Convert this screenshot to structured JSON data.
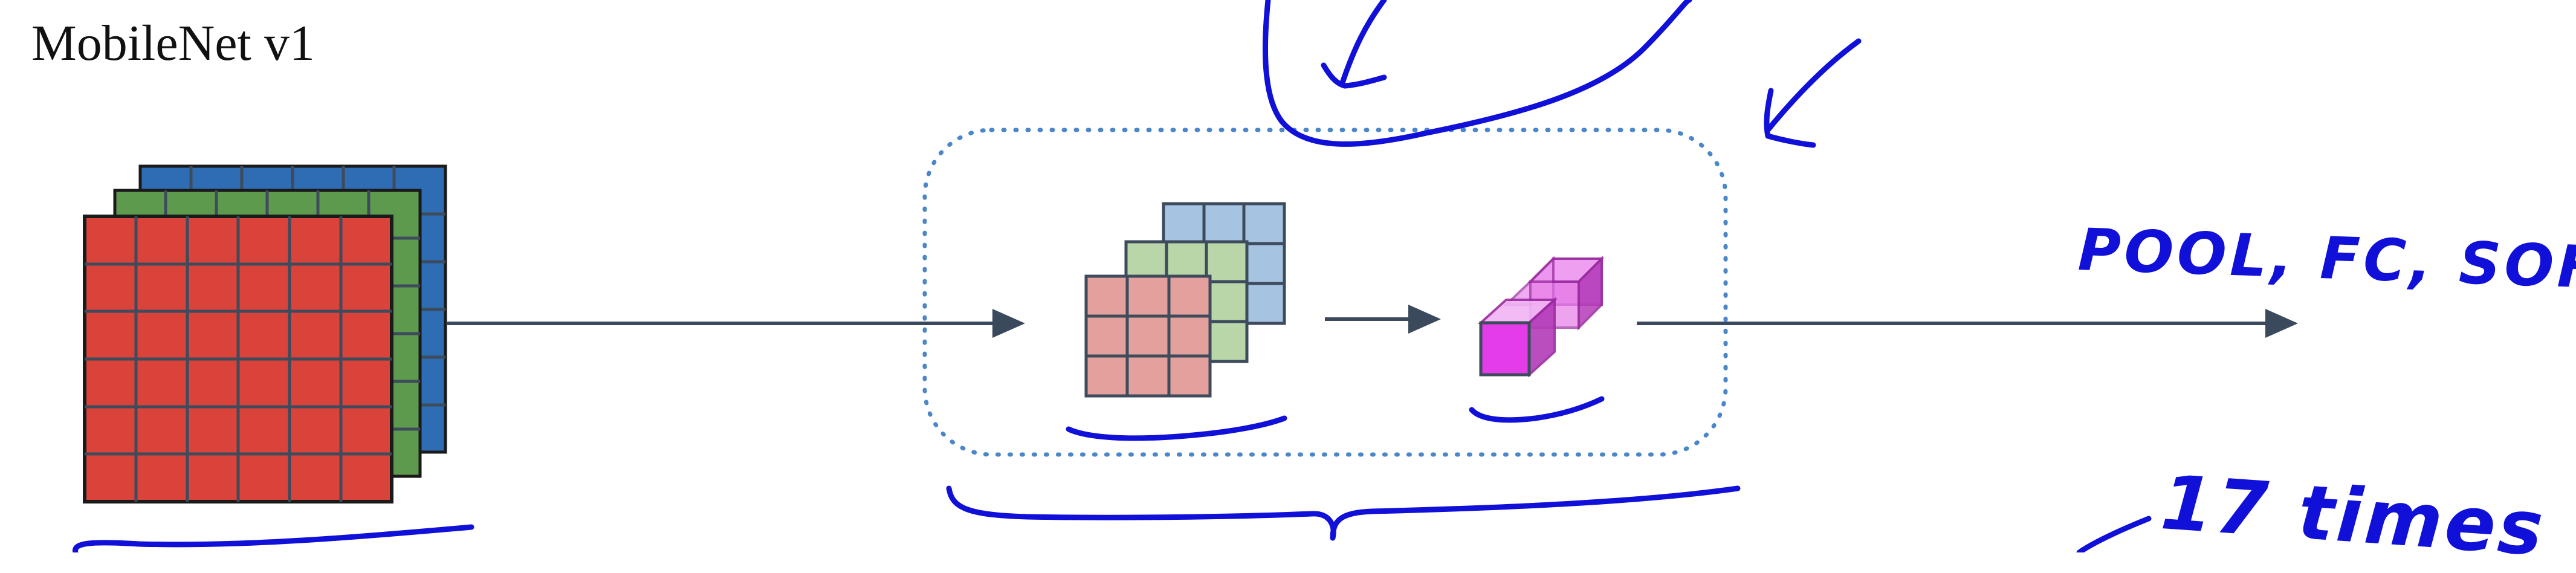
{
  "title": "MobileNet v1",
  "annotations": {
    "pool_fc_softmax": "POOL, FC, SOFTMAX",
    "seventeen_times": "17 times"
  },
  "colors": {
    "ink": "#1010d8",
    "arrow": "#3a4a5c",
    "dotted_box": "#4a86c8",
    "layer_red": "#d9433a",
    "layer_green": "#5e9a4e",
    "layer_blue": "#2e6cb4",
    "filter_red": "#e3a09d",
    "filter_green": "#b9d6a8",
    "filter_blue": "#a6c4e2",
    "pointwise_magenta": "#e43ce8"
  }
}
